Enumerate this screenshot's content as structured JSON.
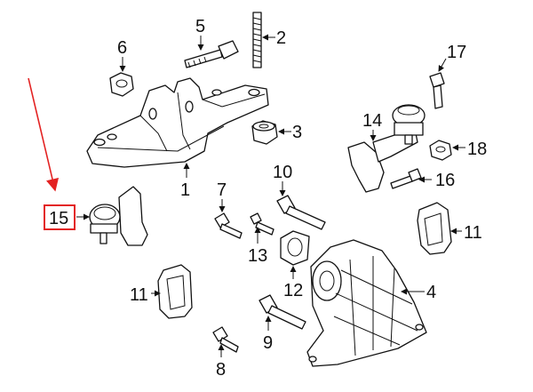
{
  "colors": {
    "ink": "#111111",
    "highlight": "#e32222",
    "background": "#ffffff"
  },
  "callouts": {
    "c1": "1",
    "c2": "2",
    "c3": "3",
    "c4": "4",
    "c5": "5",
    "c6": "6",
    "c7": "7",
    "c8": "8",
    "c9": "9",
    "c10": "10",
    "c11a": "11",
    "c11b": "11",
    "c12": "12",
    "c13": "13",
    "c14": "14",
    "c15": "15",
    "c16": "16",
    "c17": "17",
    "c18": "18"
  },
  "highlighted_callout": "15"
}
